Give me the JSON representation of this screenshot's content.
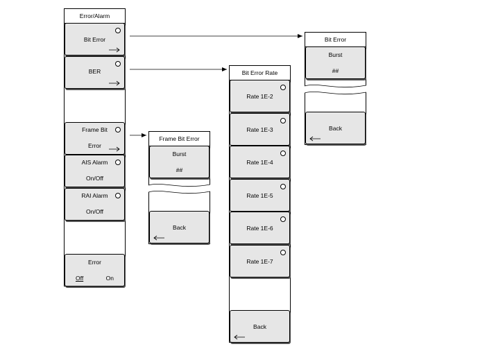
{
  "menus": {
    "error_alarm": {
      "title": "Error/Alarm",
      "keys": [
        {
          "line1": "Bit Error",
          "line2": ""
        },
        {
          "line1": "BER",
          "line2": ""
        },
        {
          "line1": "Frame Bit",
          "line2": "Error"
        },
        {
          "line1": "AIS Alarm",
          "line2": "On/Off"
        },
        {
          "line1": "RAI Alarm",
          "line2": "On/Off"
        },
        {
          "line1": "Error",
          "off": "Off",
          "on": "On"
        }
      ]
    },
    "frame_bit_error": {
      "title": "Frame Bit Error",
      "keys": [
        {
          "line1": "Burst",
          "line2": "##"
        },
        {
          "line1": "Back",
          "line2": ""
        }
      ]
    },
    "bit_error_rate": {
      "title": "Bit Error Rate",
      "keys": [
        {
          "line1": "Rate 1E-2"
        },
        {
          "line1": "Rate 1E-3"
        },
        {
          "line1": "Rate 1E-4"
        },
        {
          "line1": "Rate 1E-5"
        },
        {
          "line1": "Rate 1E-6"
        },
        {
          "line1": "Rate 1E-7"
        },
        {
          "line1": "Back"
        }
      ]
    },
    "bit_error": {
      "title": "Bit Error",
      "keys": [
        {
          "line1": "Burst",
          "line2": "##"
        },
        {
          "line1": "Back",
          "line2": ""
        }
      ]
    }
  }
}
